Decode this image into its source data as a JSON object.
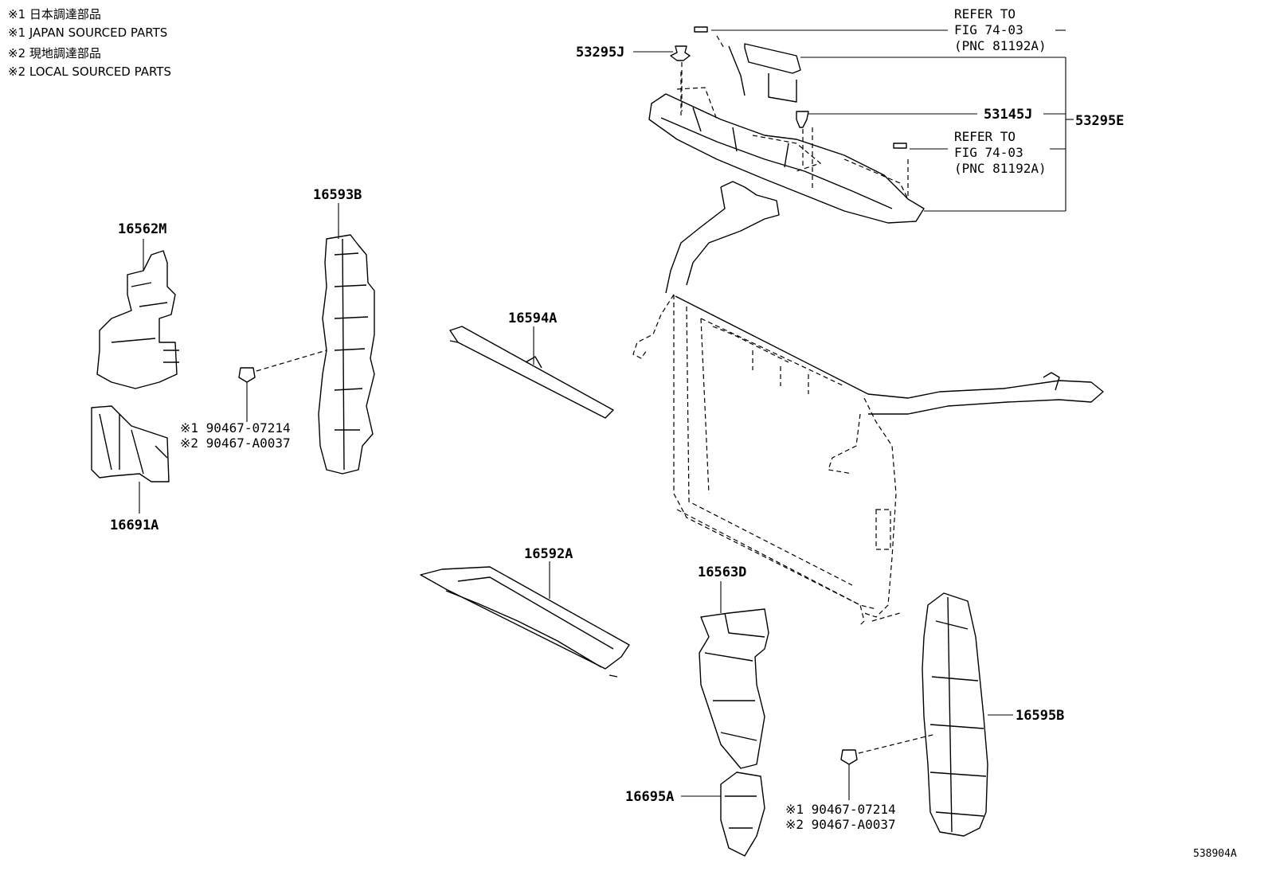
{
  "legend": [
    "※1 日本調達部品",
    "※1 JAPAN SOURCED PARTS",
    "※2 現地調達部品",
    "※2 LOCAL SOURCED PARTS"
  ],
  "parts": {
    "p53295J": "53295J",
    "p53145J": "53145J",
    "p53295E": "53295E",
    "p16562M": "16562M",
    "p16593B": "16593B",
    "p16594A": "16594A",
    "p16691A": "16691A",
    "p16592A": "16592A",
    "p16563D": "16563D",
    "p16695A": "16695A",
    "p16595B": "16595B"
  },
  "refs": {
    "top": [
      "REFER TO",
      "FIG 74-03",
      "(PNC 81192A)"
    ],
    "mid": [
      "REFER TO",
      "FIG 74-03",
      "(PNC 81192A)"
    ]
  },
  "fasteners": {
    "left": [
      "※1 90467-07214",
      "※2 90467-A0037"
    ],
    "right": [
      "※1 90467-07214",
      "※2 90467-A0037"
    ]
  },
  "illustration_id": "538904A"
}
